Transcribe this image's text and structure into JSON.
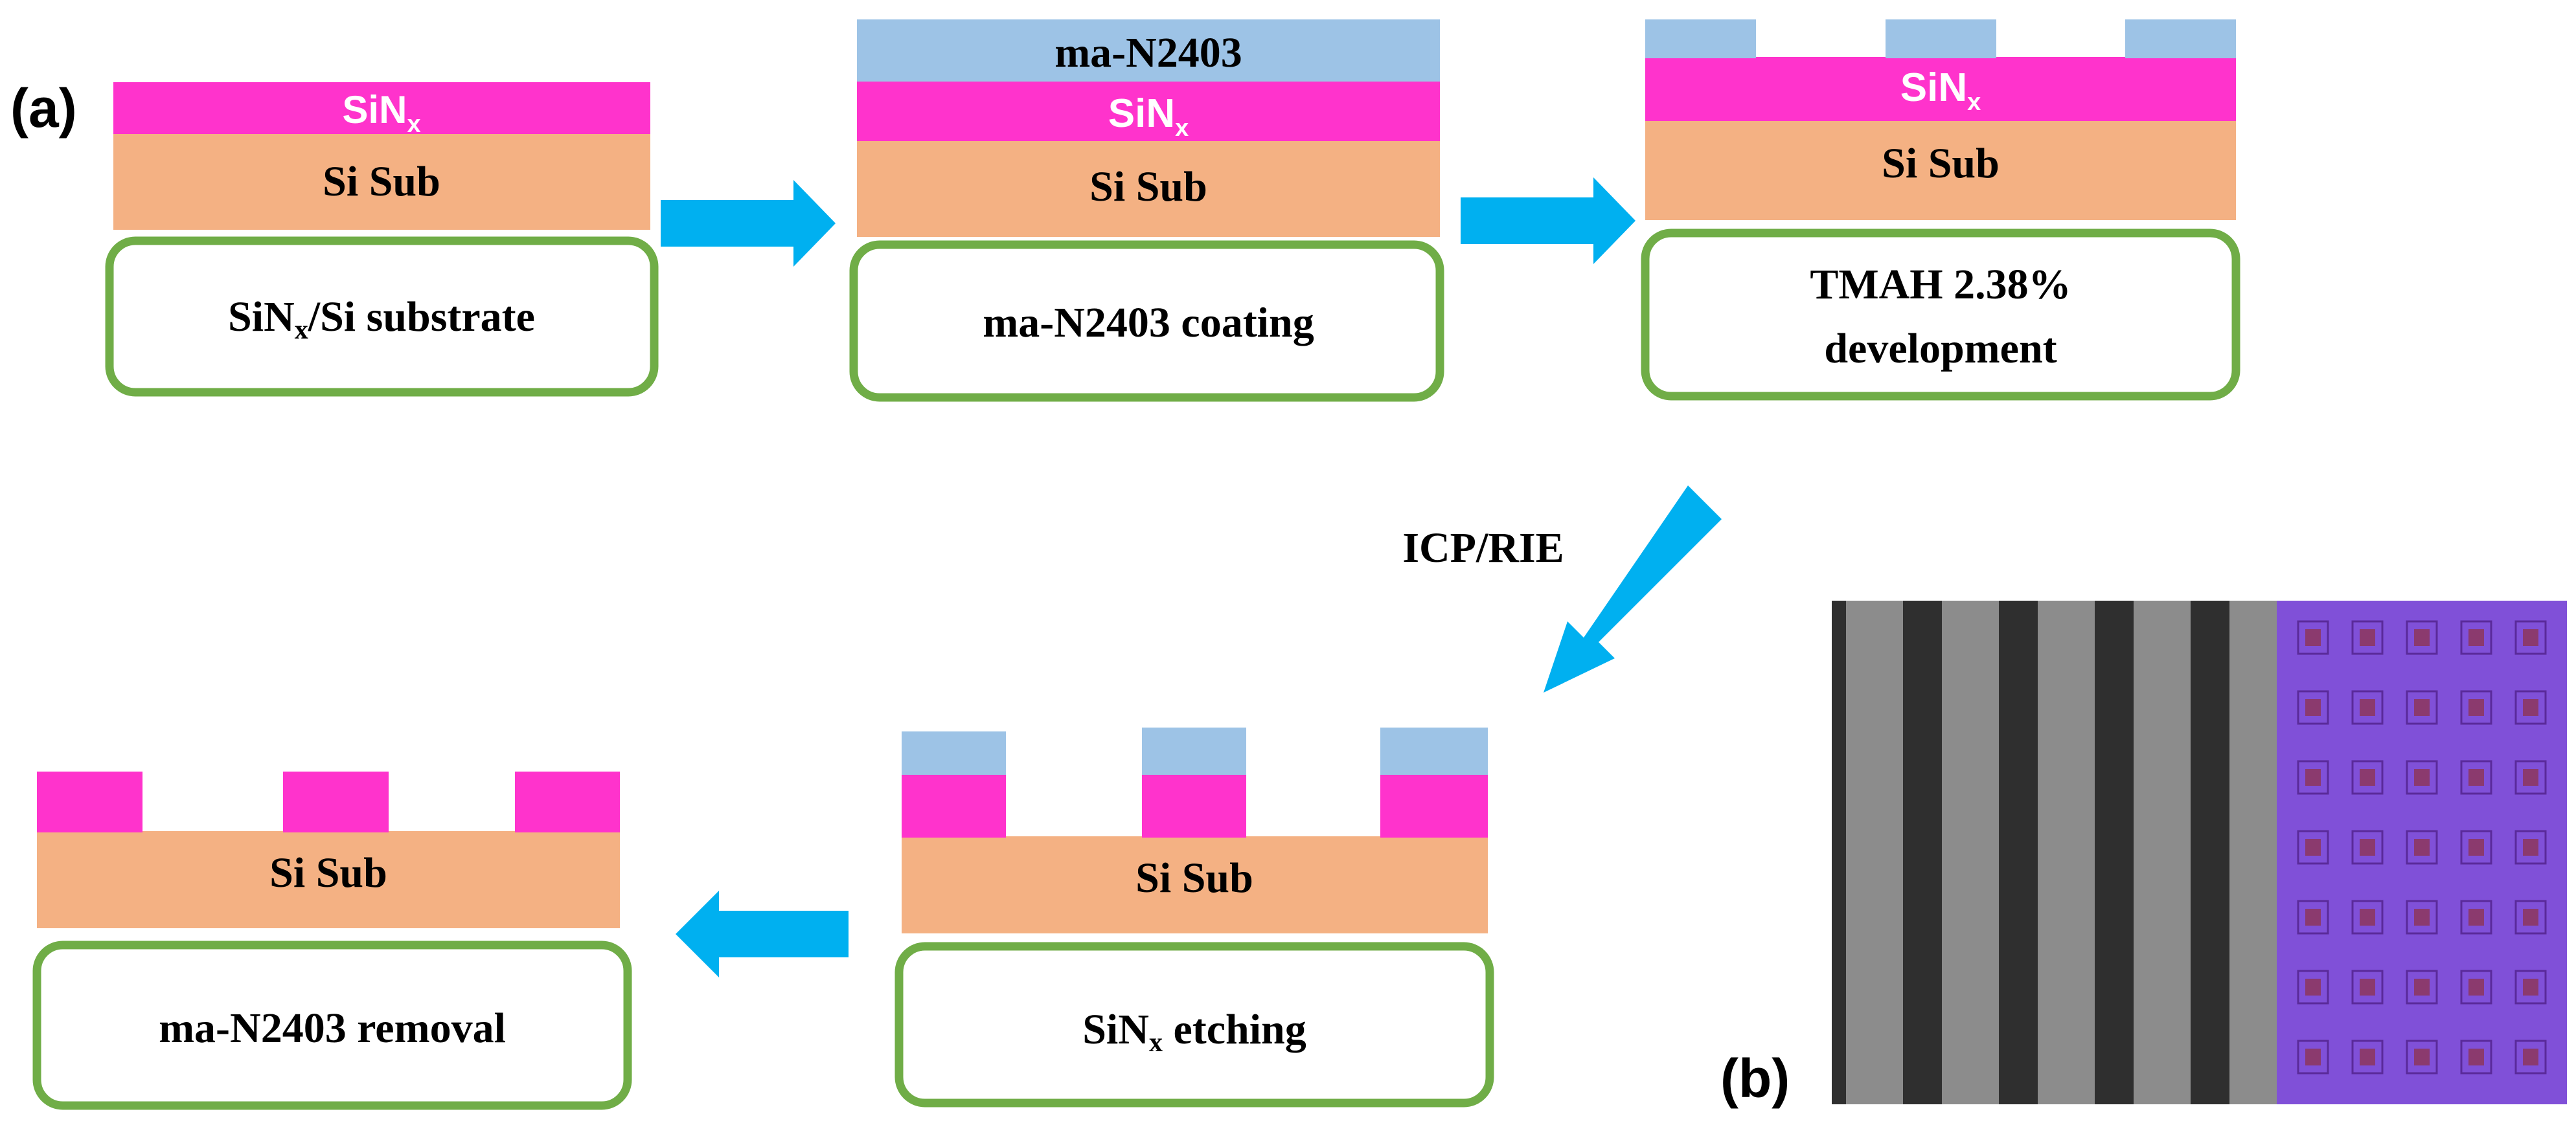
{
  "panel_labels": {
    "a": "(a)",
    "b": "(b)"
  },
  "colors": {
    "si_sub": "#F4B183",
    "sinx": "#FF33CC",
    "resist": "#9DC3E6",
    "box_border": "#70AD47",
    "arrow": "#00B0F0",
    "sem_dark": "#2F2F2F",
    "sem_light": "#8C8C8C",
    "optical_bg": "#8050D8",
    "optical_pad": "#8B3A6E"
  },
  "layers": {
    "si_sub": "Si Sub",
    "sinx_main": "SiN",
    "sinx_sub": "x",
    "resist": "ma-N2403"
  },
  "steps": {
    "s1": {
      "main": "SiN",
      "sub": "x",
      "rest": "/Si substrate"
    },
    "s2": {
      "text": "ma-N2403 coating"
    },
    "s3": {
      "line1": "TMAH 2.38%",
      "line2": "development"
    },
    "s4": {
      "main": "SiN",
      "sub": "x",
      "rest": " etching"
    },
    "s5": {
      "text": "ma-N2403 removal"
    }
  },
  "transition_label": "ICP/RIE",
  "icons": {
    "arrow_right_1": "right-arrow-icon",
    "arrow_right_2": "right-arrow-icon",
    "arrow_diag": "down-left-arrow-icon",
    "arrow_left": "left-arrow-icon"
  }
}
